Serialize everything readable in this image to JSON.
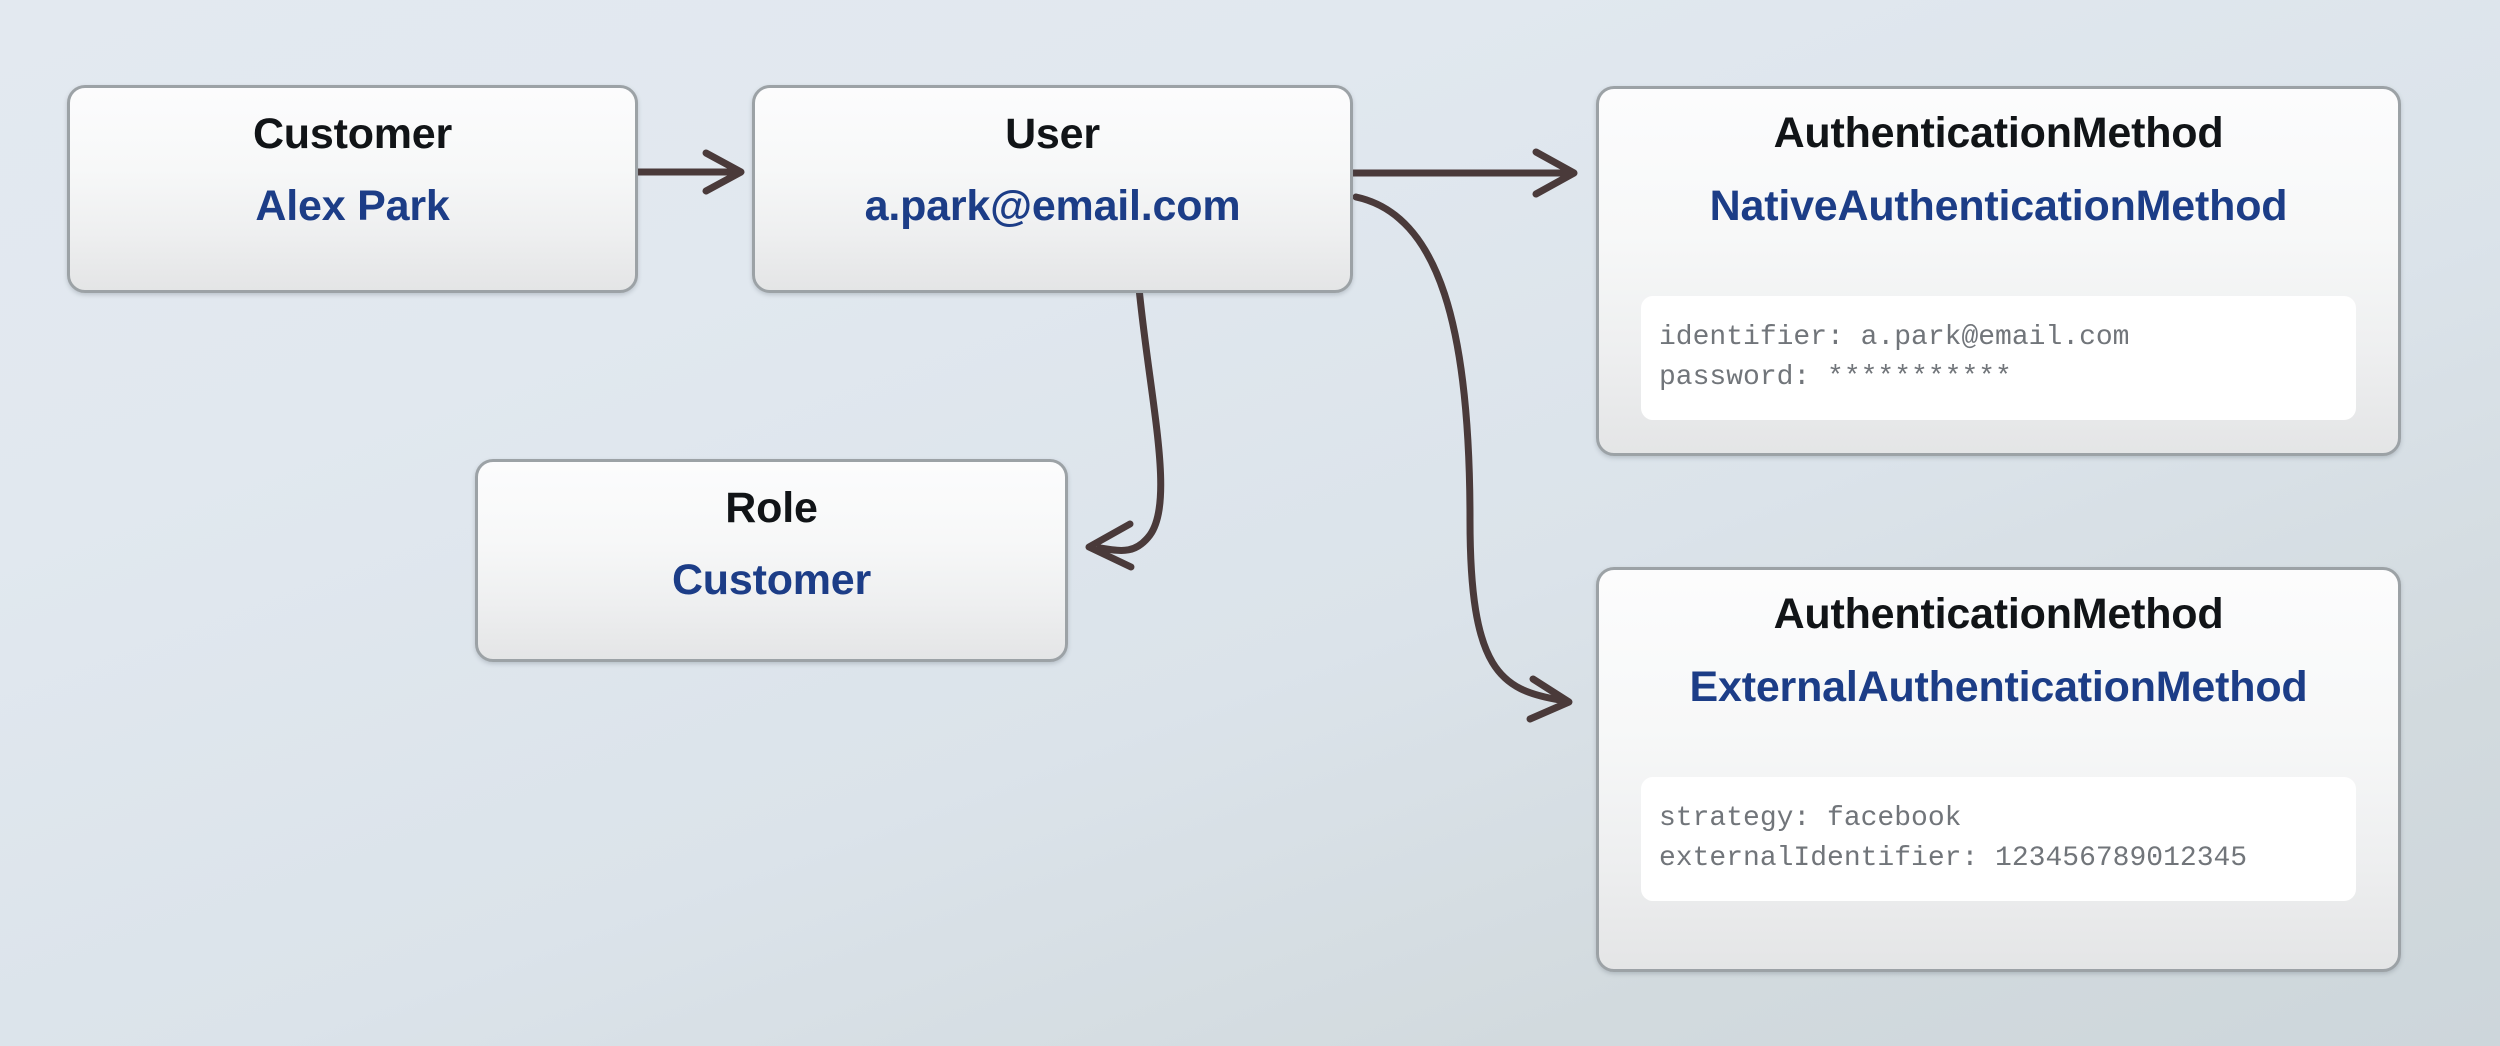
{
  "diagram": {
    "background_top_color": "#e3e9f0",
    "background_bottom_color": "#cdd6db",
    "edge_color": "#4a3a3a",
    "node_border_color": "#9ca2a6",
    "title_color": "#111417",
    "subtitle_color": "#1c3d87",
    "attr_text_color": "#71757a"
  },
  "nodes": {
    "customer": {
      "title": "Customer",
      "subtitle": "Alex Park"
    },
    "user": {
      "title": "User",
      "subtitle": "a.park@email.com"
    },
    "role": {
      "title": "Role",
      "subtitle": "Customer"
    },
    "native_auth": {
      "title": "AuthenticationMethod",
      "subtitle": "NativeAuthenticationMethod",
      "attributes": [
        "identifier: a.park@email.com",
        "password: ***********"
      ]
    },
    "external_auth": {
      "title": "AuthenticationMethod",
      "subtitle": "ExternalAuthenticationMethod",
      "attributes": [
        "strategy: facebook",
        "externalIdentifier: 123456789012345"
      ]
    }
  },
  "edges": [
    {
      "name": "customer-to-user",
      "from": "customer",
      "to": "user",
      "style": "straight-arrow"
    },
    {
      "name": "user-to-native-auth",
      "from": "user",
      "to": "native_auth",
      "style": "straight-arrow"
    },
    {
      "name": "user-to-role",
      "from": "user",
      "to": "role",
      "style": "curved-arrow"
    },
    {
      "name": "user-to-external-auth",
      "from": "user",
      "to": "external_auth",
      "style": "curved-arrow"
    }
  ]
}
